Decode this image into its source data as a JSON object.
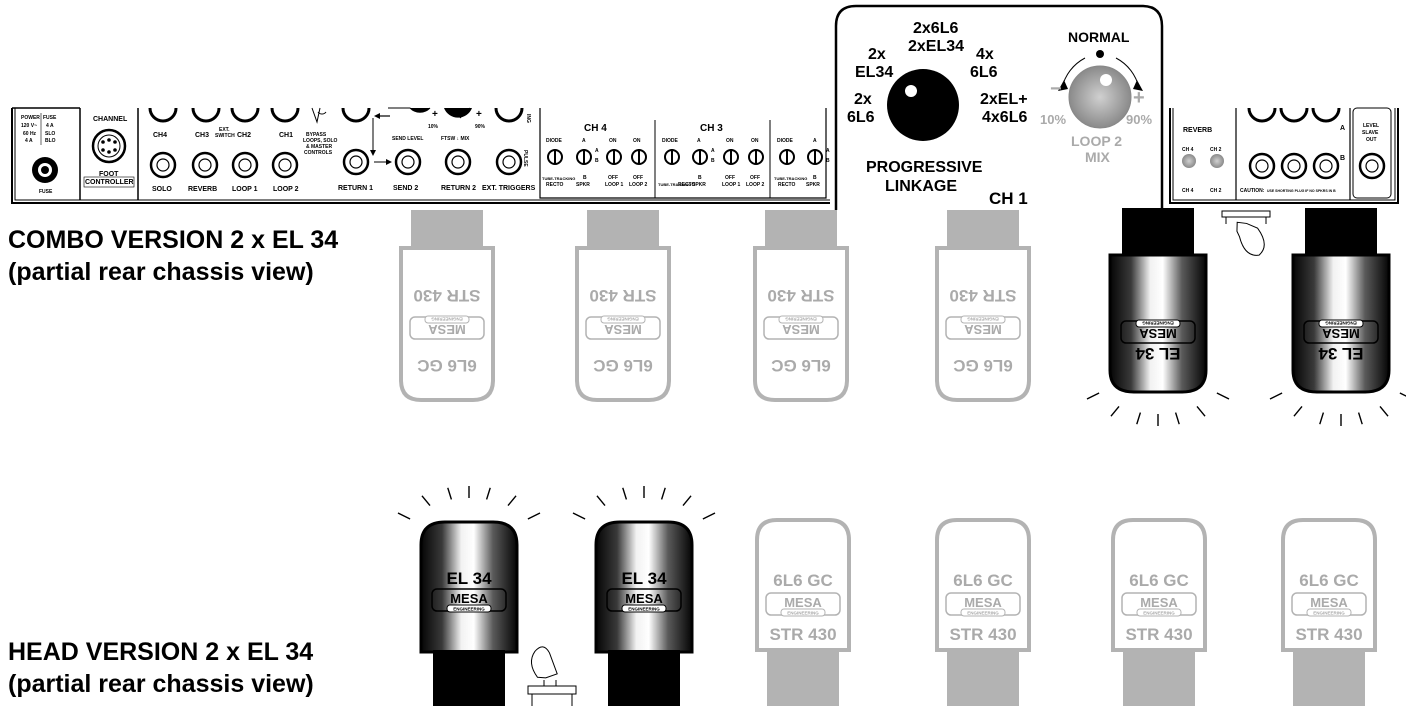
{
  "captions": {
    "combo_line1": "COMBO VERSION  2 x EL 34",
    "combo_line2": "(partial rear chassis view)",
    "head_line1": "HEAD VERSION  2 x EL 34",
    "head_line2": "(partial rear chassis view)"
  },
  "panel": {
    "power_fuse": [
      "POWER",
      "FUSE",
      "120 V~",
      "4 A",
      "60 Hz",
      "SLO",
      "4 A",
      "BLO"
    ],
    "fuse": "FUSE",
    "channel": "CHANNEL",
    "foot_controller": [
      "FOOT",
      "CONTROLLER"
    ],
    "jack_labels": [
      "CH4",
      "CH3",
      "EXT.",
      "SWITCH",
      "CH2",
      "CH1"
    ],
    "bypass": [
      "BYPASS",
      "LOOPS, SOLO",
      "& MASTER",
      "CONTROLS"
    ],
    "send_level": "SEND LEVEL",
    "ftsw_mix": "FTSW ↓ MIX",
    "pct_left": "10%",
    "pct_right": "90%",
    "pulse": "PULSE",
    "ing": "ING",
    "bottom_labels": [
      "SOLO",
      "REVERB",
      "LOOP 1",
      "LOOP 2",
      "RETURN 1",
      "SEND 2",
      "RETURN 2",
      "EXT. TRIGGERS"
    ],
    "ch4": "CH 4",
    "ch3": "CH 3",
    "switch_labels": {
      "diode": "DIODE",
      "a": "A",
      "b": "B",
      "on": "ON",
      "off": "OFF",
      "tube_tracking": "TUBE-TRACKING",
      "recto": "RECTO",
      "spkr": "SPKR",
      "loop1": "LOOP 1",
      "loop2": "LOOP 2"
    },
    "reverb": "REVERB",
    "ch4_small": "CH 4",
    "ch2_small": "CH 2",
    "caution": "CAUTION:",
    "caution_text": "USE SHORTING PLUG IF NO SPKRS IN B",
    "a_label": "A",
    "b_label": "B",
    "level": "LEVEL",
    "slave": "SLAVE",
    "out": "OUT"
  },
  "callout": {
    "top": [
      "2x6L6",
      "2xEL34"
    ],
    "left_top": [
      "2x",
      "EL34"
    ],
    "left_bottom": [
      "2x",
      "6L6"
    ],
    "right_top": [
      "4x",
      "6L6"
    ],
    "right_bottom": [
      "2xEL+",
      "4x6L6"
    ],
    "progressive": [
      "PROGRESSIVE",
      "LINKAGE"
    ],
    "normal": "NORMAL",
    "minus": "−",
    "plus": "+",
    "pct_10": "10%",
    "pct_90": "90%",
    "loop2_mix": [
      "LOOP 2",
      "MIX"
    ],
    "ch1": "CH 1"
  },
  "tubes": {
    "combo_6l6": [
      "6L6 GC",
      "MESA",
      "ENGINEERING",
      "STR 430"
    ],
    "combo_el34": [
      "EL 34",
      "MESA",
      "ENGINEERING"
    ],
    "head_el34": [
      "EL 34",
      "MESA",
      "ENGINEERING"
    ],
    "head_6l6": [
      "6L6 GC",
      "MESA",
      "ENGINEERING",
      "STR 430"
    ]
  },
  "colors": {
    "outline": "#000000",
    "grey_tube": "#b3b3b3",
    "grey_text": "#aaaaaa"
  }
}
